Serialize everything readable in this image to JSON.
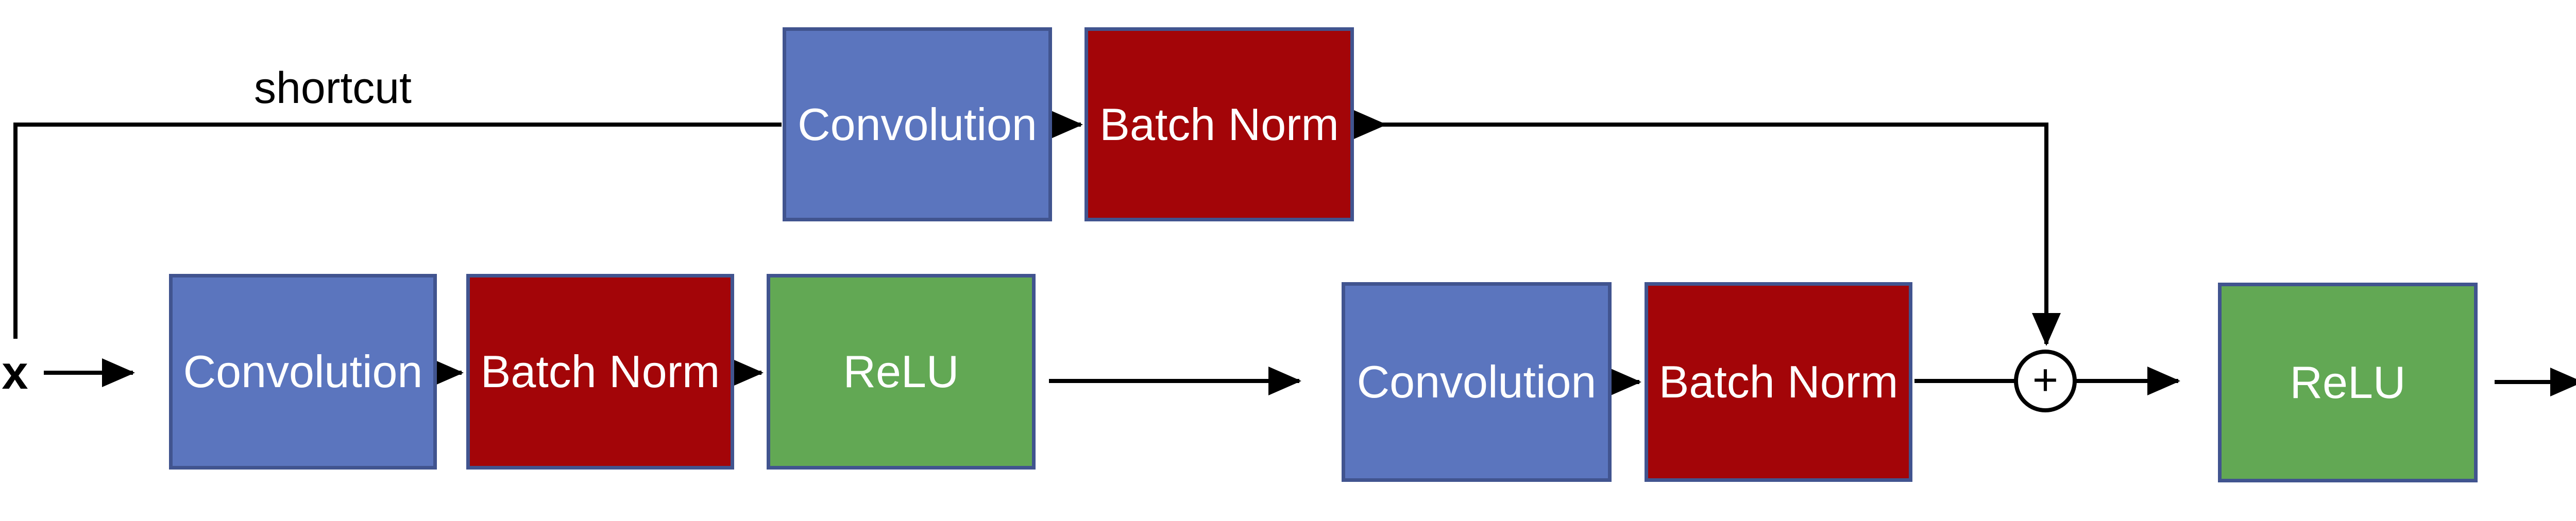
{
  "diagram": {
    "type": "residual-block-flow-diagram",
    "labels": {
      "shortcut": "shortcut",
      "input": "x",
      "plus": "+"
    },
    "colors": {
      "conv-fill": "#5B75BE",
      "bn-fill": "#A30508",
      "relu-fill": "#62A854",
      "border": "#41548F",
      "line": "#000000",
      "label-text": "#FFFFFF"
    },
    "nodes": [
      {
        "id": "conv-shortcut",
        "label": "Convolution",
        "kind": "convolution",
        "branch": "shortcut"
      },
      {
        "id": "bn-shortcut",
        "label": "Batch Norm",
        "kind": "batch-norm",
        "branch": "shortcut"
      },
      {
        "id": "conv1",
        "label": "Convolution",
        "kind": "convolution",
        "branch": "main"
      },
      {
        "id": "bn1",
        "label": "Batch Norm",
        "kind": "batch-norm",
        "branch": "main"
      },
      {
        "id": "relu1",
        "label": "ReLU",
        "kind": "relu",
        "branch": "main"
      },
      {
        "id": "conv2",
        "label": "Convolution",
        "kind": "convolution",
        "branch": "main"
      },
      {
        "id": "bn2",
        "label": "Batch Norm",
        "kind": "batch-norm",
        "branch": "main"
      },
      {
        "id": "relu2",
        "label": "ReLU",
        "kind": "relu",
        "branch": "main"
      }
    ],
    "edges": [
      {
        "from": "x",
        "to": "conv1",
        "style": "arrow"
      },
      {
        "from": "conv1",
        "to": "bn1",
        "style": "arrow"
      },
      {
        "from": "bn1",
        "to": "relu1",
        "style": "arrow"
      },
      {
        "from": "relu1",
        "to": "conv2",
        "style": "arrow"
      },
      {
        "from": "conv2",
        "to": "bn2",
        "style": "arrow"
      },
      {
        "from": "bn2",
        "to": "add",
        "style": "line"
      },
      {
        "from": "add",
        "to": "relu2",
        "style": "arrow"
      },
      {
        "from": "relu2",
        "to": "output",
        "style": "arrow"
      },
      {
        "from": "x",
        "to": "conv-shortcut",
        "style": "elbow-line",
        "label": "shortcut"
      },
      {
        "from": "conv-shortcut",
        "to": "bn-shortcut",
        "style": "arrow"
      },
      {
        "from": "bn-shortcut",
        "to": "add",
        "style": "elbow-arrow"
      }
    ]
  }
}
